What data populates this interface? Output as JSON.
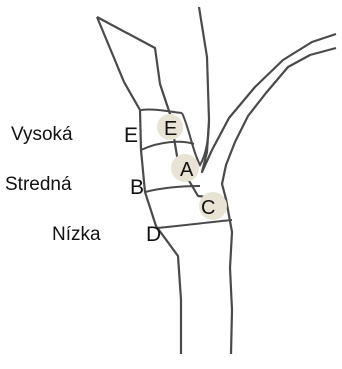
{
  "labels": {
    "high": {
      "name": "Vysoká",
      "letter": "E"
    },
    "middle": {
      "name": "Stredná",
      "letter": "B"
    },
    "low": {
      "name": "Nízka",
      "letter": "D"
    }
  },
  "zones": {
    "top": "E",
    "middle": "A",
    "bottom": "C"
  },
  "colors": {
    "outline": "#4a4a4a",
    "zone_fill": "#e9e3d6",
    "background": "#ffffff"
  }
}
